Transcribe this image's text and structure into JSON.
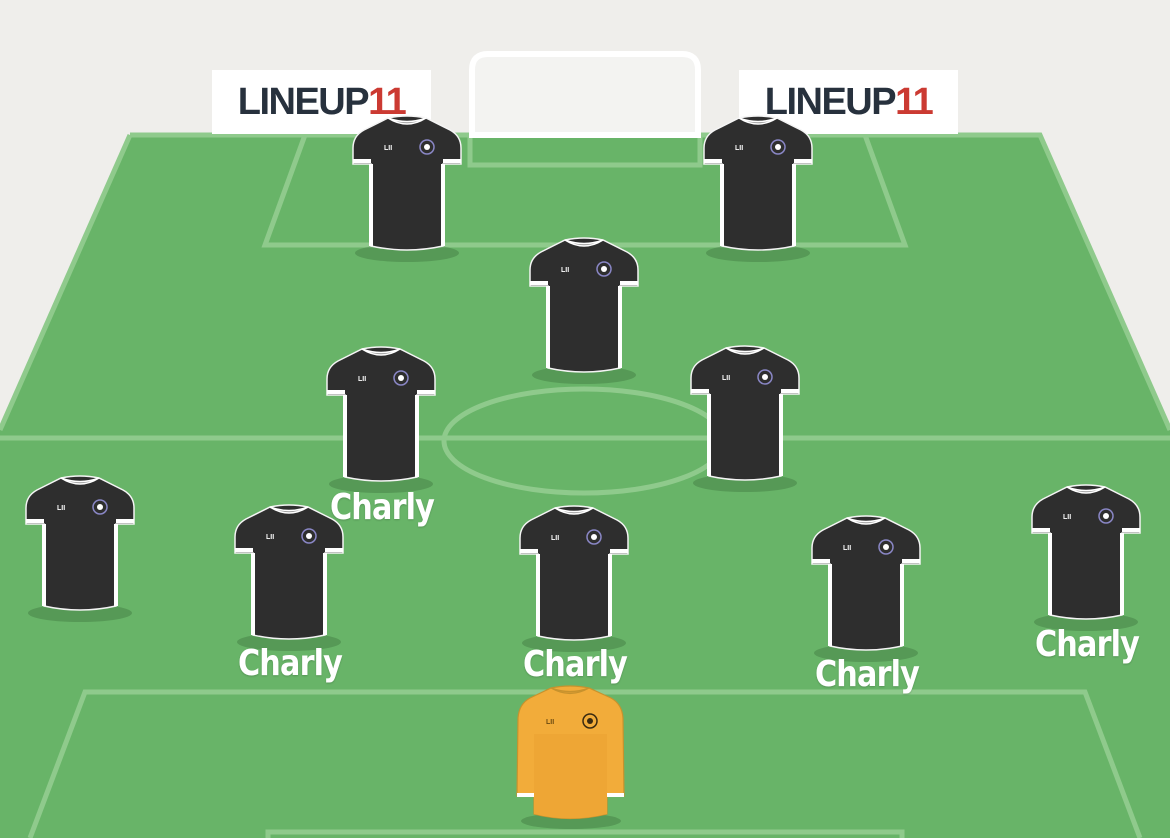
{
  "sponsor": {
    "text_a": "LINEUP",
    "text_b": "11"
  },
  "colors": {
    "pitch": "#68b468",
    "lines": "#8fca8c",
    "outfield_shirt": "#2e2e2e",
    "goalkeeper_shirt": "#f2ac3a",
    "brand_dark": "#27313d",
    "brand_red": "#cb3a32"
  },
  "shirt_text": "LII",
  "players": [
    {
      "id": "p1",
      "role": "outfield",
      "name": ""
    },
    {
      "id": "p2",
      "role": "outfield",
      "name": ""
    },
    {
      "id": "p3",
      "role": "outfield",
      "name": ""
    },
    {
      "id": "p4",
      "role": "outfield",
      "name": "Charly"
    },
    {
      "id": "p5",
      "role": "outfield",
      "name": ""
    },
    {
      "id": "p6",
      "role": "outfield",
      "name": ""
    },
    {
      "id": "p7",
      "role": "outfield",
      "name": "Charly"
    },
    {
      "id": "p8",
      "role": "outfield",
      "name": "Charly"
    },
    {
      "id": "p9",
      "role": "outfield",
      "name": "Charly"
    },
    {
      "id": "p10",
      "role": "outfield",
      "name": "Charly"
    },
    {
      "id": "p11",
      "role": "goalkeeper",
      "name": ""
    }
  ]
}
